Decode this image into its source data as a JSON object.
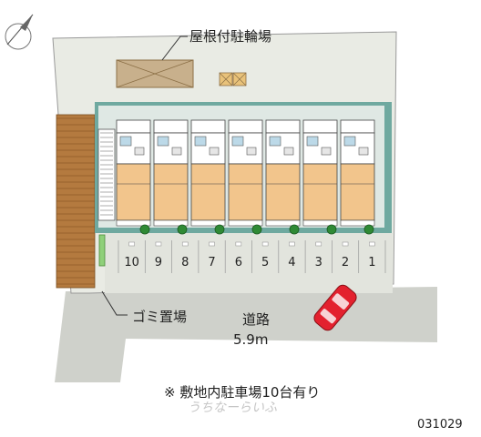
{
  "labels": {
    "roofed_bicycle_parking": "屋根付駐輪場",
    "garbage_area": "ゴミ置場",
    "road": "道路",
    "road_width": "5.9m",
    "parking_note": "※ 敷地内駐車場10台有り",
    "watermark": "うちなーらいふ",
    "property_code": "031029"
  },
  "parking_spaces": [
    "10",
    "9",
    "8",
    "7",
    "6",
    "5",
    "4",
    "3",
    "2",
    "1"
  ],
  "units": [
    "unit-1",
    "unit-2",
    "unit-3",
    "unit-4",
    "unit-5",
    "unit-6",
    "unit-7"
  ],
  "icons": {
    "compass": "north-arrow-icon",
    "car": "red-car-icon",
    "tree": "tree-icon"
  },
  "colors": {
    "site": "#e9ebe4",
    "road": "#cfd1cb",
    "building_teal": "#6fa9a0",
    "floor": "#f2c58c",
    "brick": "#b47a3f",
    "bike_roof": "#c8b08c",
    "car": "#e3212e",
    "tree": "#2f8a35"
  }
}
